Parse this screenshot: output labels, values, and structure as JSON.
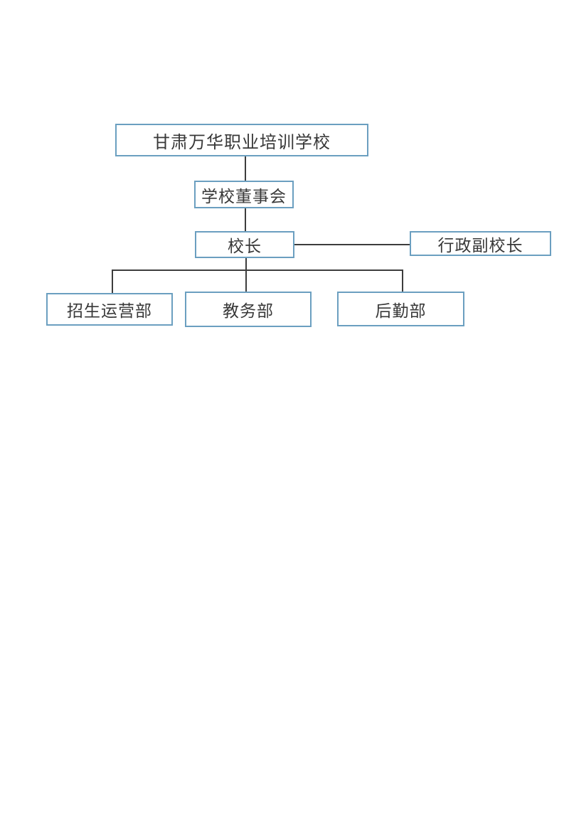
{
  "page": {
    "background_color": "#ffffff",
    "kind": "org-chart-document-page"
  },
  "diagram": {
    "type": "org-chart",
    "colors": {
      "box_border": "#6b9fc0",
      "box_fill": "#ffffff",
      "connector": "#3d3d3d",
      "text": "#383838"
    },
    "nodes": [
      {
        "id": "school",
        "label": "甘肃万华职业培训学校",
        "level": 1
      },
      {
        "id": "board",
        "label": "学校董事会",
        "level": 2
      },
      {
        "id": "principal",
        "label": "校长",
        "level": 3
      },
      {
        "id": "vice_principal",
        "label": "行政副校长",
        "level": 3
      },
      {
        "id": "dept_admissions",
        "label": "招生运营部",
        "level": 4
      },
      {
        "id": "dept_academic",
        "label": "教务部",
        "level": 4
      },
      {
        "id": "dept_logistics",
        "label": "后勤部",
        "level": 4
      }
    ],
    "edges": [
      {
        "from": "school",
        "to": "board"
      },
      {
        "from": "board",
        "to": "principal"
      },
      {
        "from": "principal",
        "to": "vice_principal"
      },
      {
        "from": "principal",
        "to": "dept_admissions"
      },
      {
        "from": "principal",
        "to": "dept_academic"
      },
      {
        "from": "principal",
        "to": "dept_logistics"
      }
    ]
  }
}
